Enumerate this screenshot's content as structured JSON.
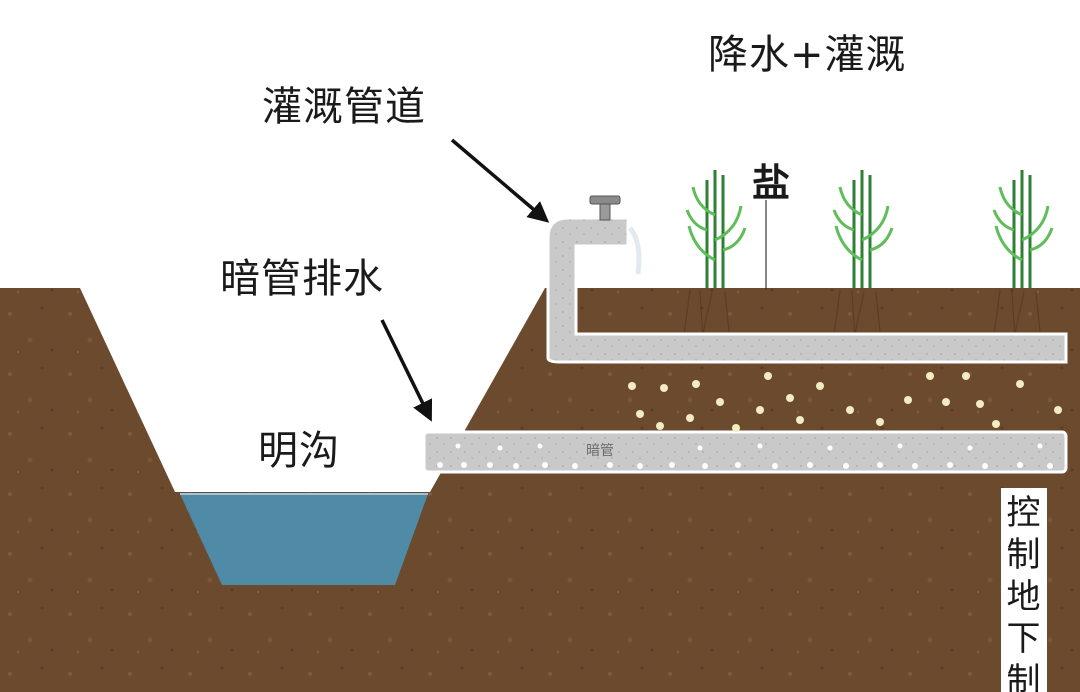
{
  "labels": {
    "precipitation_irrigation": "降水+灌溉",
    "irrigation_pipe": "灌溉管道",
    "salt": "盐",
    "subsurface_drainage": "暗管排水",
    "open_ditch": "明沟",
    "control_groundwater": "控制地下制",
    "pipe_tag": "暗管"
  },
  "colors": {
    "soil": "#6b4a2e",
    "soil_dark": "#4f3420",
    "water": "#4f8aa6",
    "pipe": "#c9c9c9",
    "plant": "#4aa84a",
    "salt_dot": "#f3ebc2",
    "text": "#1a1a1a"
  },
  "icons": [
    "arrow-icon",
    "faucet-icon",
    "plant-icon"
  ]
}
